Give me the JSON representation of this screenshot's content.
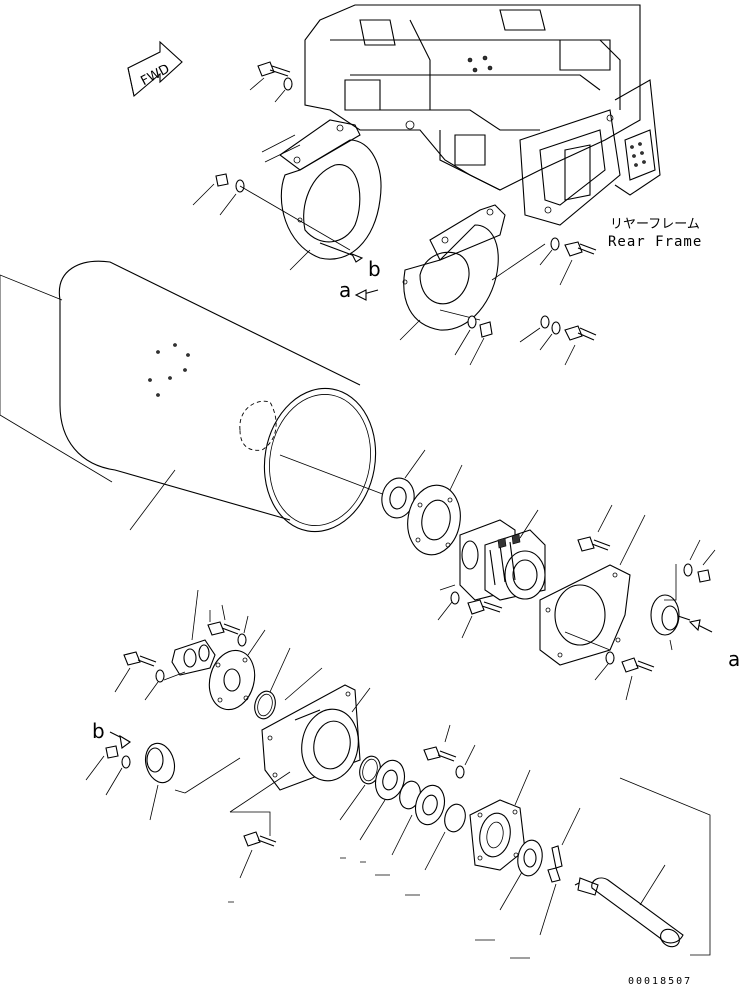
{
  "direction_marker": {
    "text": "FWD"
  },
  "frame_label": {
    "jp": "リヤーフレーム",
    "en": "Rear Frame"
  },
  "callouts": {
    "a": "a",
    "b": "b"
  },
  "drawing_number": "00018507"
}
